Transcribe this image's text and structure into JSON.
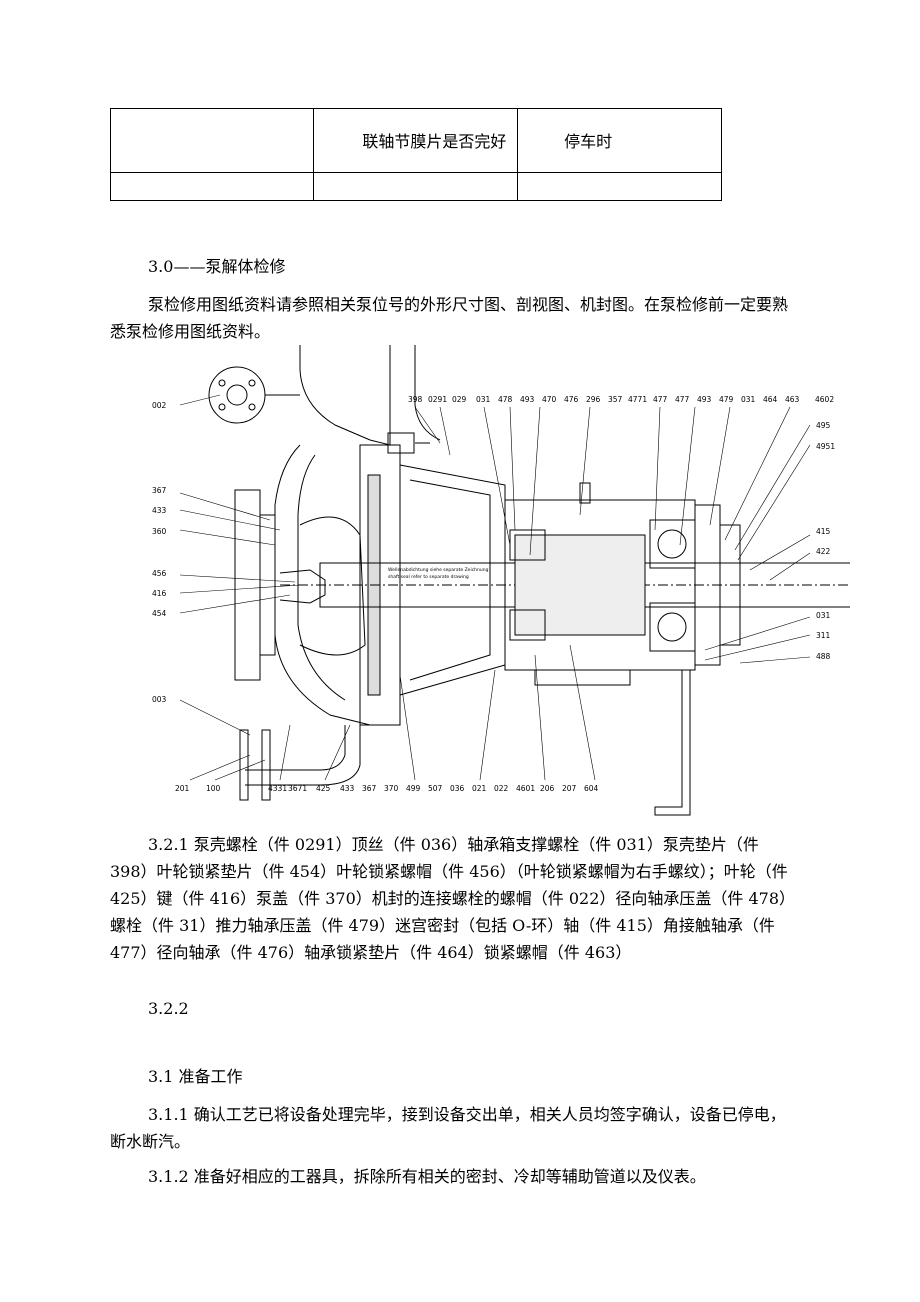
{
  "table": {
    "rows": [
      [
        "",
        "联轴节膜片是否完好",
        "停车时"
      ],
      [
        "",
        "",
        ""
      ]
    ]
  },
  "section_3_0": {
    "heading": "3.0——泵解体检修",
    "paragraph": "泵检修用图纸资料请参照相关泵位号的外形尺寸图、剖视图、机封图。在泵检修前一定要熟悉泵检修用图纸资料。"
  },
  "figure": {
    "top_labels": [
      "398",
      "0291",
      "029",
      "031",
      "478",
      "493",
      "470",
      "476",
      "296",
      "357",
      "4771",
      "477",
      "477",
      "493",
      "479",
      "031",
      "464",
      "463",
      "4602"
    ],
    "right_labels": [
      "495",
      "4951",
      "415",
      "422",
      "031",
      "311",
      "488"
    ],
    "left_labels": [
      "002",
      "367",
      "433",
      "360",
      "456",
      "416",
      "454",
      "003"
    ],
    "bottom_labels": [
      "201",
      "100",
      "4331",
      "3671",
      "425",
      "433",
      "367",
      "370",
      "499",
      "507",
      "036",
      "021",
      "022",
      "4601",
      "206",
      "207",
      "604"
    ],
    "seal_note_line1": "Wellenabdichtung siehe separate Zeichnung",
    "seal_note_line2": "shaft seal refer to separate drawing"
  },
  "section_3_2_1": {
    "text": "3.2.1 泵壳螺栓（件 0291）顶丝（件 036）轴承箱支撑螺栓（件 031）泵壳垫片（件 398）叶轮锁紧垫片（件 454）叶轮锁紧螺帽（件 456）（叶轮锁紧螺帽为右手螺纹）；叶轮（件 425）键（件 416）泵盖（件 370）机封的连接螺栓的螺帽（件 022）径向轴承压盖（件 478）螺栓（件 31）推力轴承压盖（件 479）迷宫密封（包括 O-环）轴（件 415）角接触轴承（件 477）径向轴承（件 476）轴承锁紧垫片（件 464）锁紧螺帽（件 463）"
  },
  "section_3_2_2": {
    "text": "3.2.2"
  },
  "section_3_1": {
    "heading": "3.1 准备工作",
    "p1": "3.1.1 确认工艺已将设备处理完毕，接到设备交出单，相关人员均签字确认，设备已停电，断水断汽。",
    "p2": "3.1.2 准备好相应的工器具，拆除所有相关的密封、冷却等辅助管道以及仪表。"
  }
}
